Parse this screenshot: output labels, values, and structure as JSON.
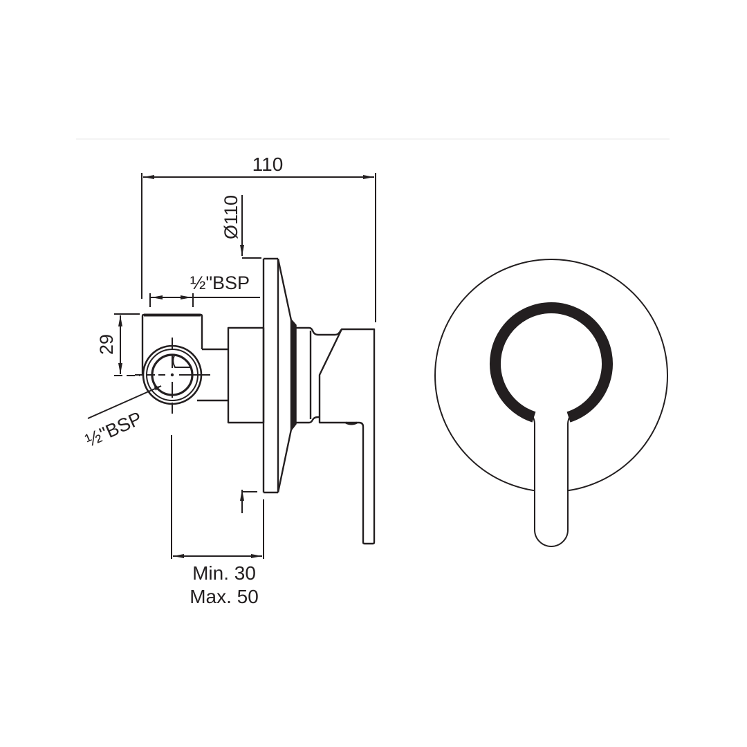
{
  "drawing": {
    "title": "Concealed single-lever shower mixer — dimensional drawing",
    "colors": {
      "line": "#231f20",
      "background": "#ffffff",
      "faint_rule": "#f2f2f2"
    },
    "dimensions": {
      "overall_depth": "110",
      "plate_diameter": "Ø110",
      "inlet_thread_top": "½\"BSP",
      "inlet_thread_side": "½\"BSP",
      "inlet_height": "29",
      "wall_depth_min": "Min. 30",
      "wall_depth_max": "Max. 50"
    },
    "views": [
      {
        "name": "side-view",
        "description": "Side elevation with mixing body, cover plate and lever handle"
      },
      {
        "name": "front-view",
        "description": "Front elevation showing round cover plate and lever handle"
      }
    ]
  }
}
